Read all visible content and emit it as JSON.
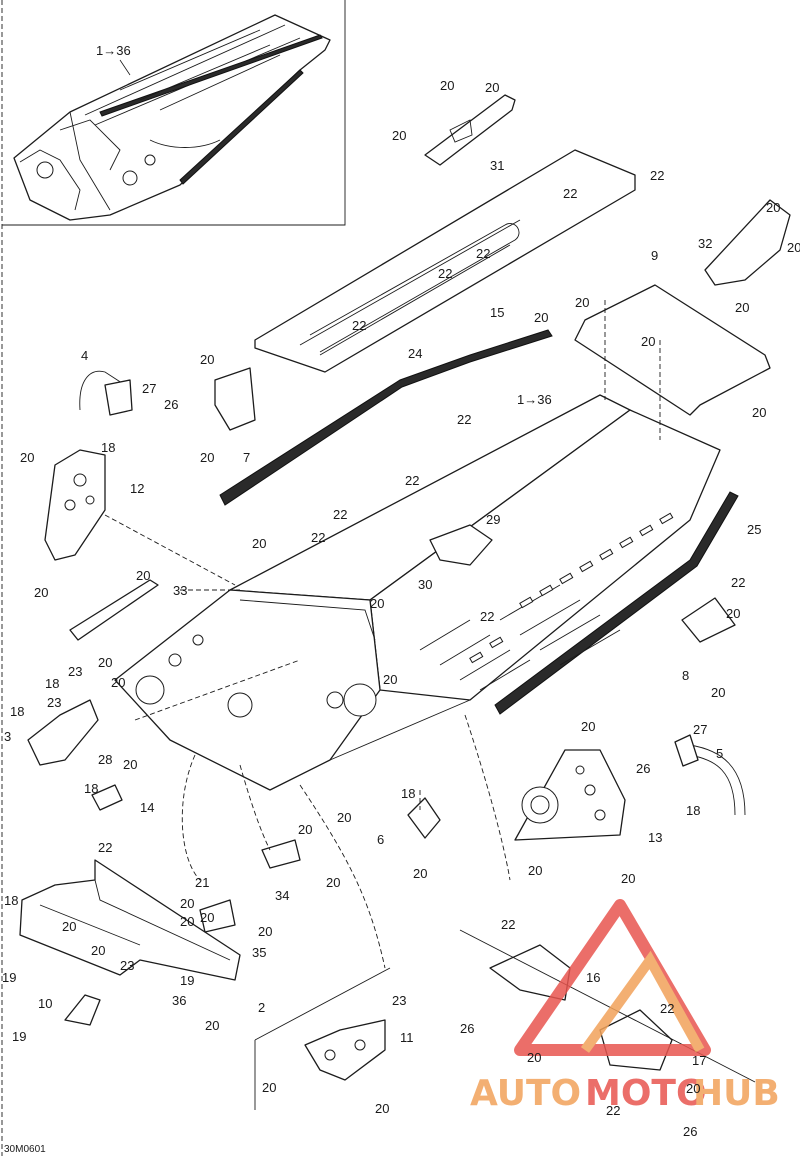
{
  "diagram_code": "30M0601",
  "inset": {
    "range_label": "1→36"
  },
  "watermark": {
    "brand_a": "AUTO",
    "brand_b": "MOTO",
    "brand_c": "HUB",
    "color_primary": "#e8554f",
    "color_secondary": "#f2a25a"
  },
  "callouts": [
    {
      "id": "c1",
      "text": "1→36"
    },
    {
      "id": "c2",
      "text": "20"
    },
    {
      "id": "c3",
      "text": "20"
    },
    {
      "id": "c4",
      "text": "20"
    },
    {
      "id": "c5",
      "text": "31"
    },
    {
      "id": "c6",
      "text": "22"
    },
    {
      "id": "c7",
      "text": "22"
    },
    {
      "id": "c8",
      "text": "22"
    },
    {
      "id": "c9",
      "text": "22"
    },
    {
      "id": "c10",
      "text": "22"
    },
    {
      "id": "c11",
      "text": "15"
    },
    {
      "id": "c12",
      "text": "9"
    },
    {
      "id": "c13",
      "text": "32"
    },
    {
      "id": "c14",
      "text": "20"
    },
    {
      "id": "c15",
      "text": "20"
    },
    {
      "id": "c16",
      "text": "20"
    },
    {
      "id": "c17",
      "text": "20"
    },
    {
      "id": "c18",
      "text": "20"
    },
    {
      "id": "c19",
      "text": "20"
    },
    {
      "id": "c20",
      "text": "20"
    },
    {
      "id": "c21",
      "text": "24"
    },
    {
      "id": "c22",
      "text": "1→36"
    },
    {
      "id": "c23",
      "text": "22"
    },
    {
      "id": "c24",
      "text": "4"
    },
    {
      "id": "c25",
      "text": "27"
    },
    {
      "id": "c26",
      "text": "26"
    },
    {
      "id": "c27",
      "text": "18"
    },
    {
      "id": "c28",
      "text": "20"
    },
    {
      "id": "c29",
      "text": "20"
    },
    {
      "id": "c30",
      "text": "7"
    },
    {
      "id": "c31",
      "text": "20"
    },
    {
      "id": "c32",
      "text": "12"
    },
    {
      "id": "c33",
      "text": "20"
    },
    {
      "id": "c34",
      "text": "22"
    },
    {
      "id": "c35",
      "text": "22"
    },
    {
      "id": "c36",
      "text": "29"
    },
    {
      "id": "c37",
      "text": "20"
    },
    {
      "id": "c38",
      "text": "22"
    },
    {
      "id": "c39",
      "text": "30"
    },
    {
      "id": "c40",
      "text": "22"
    },
    {
      "id": "c41",
      "text": "25"
    },
    {
      "id": "c42",
      "text": "22"
    },
    {
      "id": "c43",
      "text": "20"
    },
    {
      "id": "c44",
      "text": "33"
    },
    {
      "id": "c45",
      "text": "20"
    },
    {
      "id": "c46",
      "text": "20"
    },
    {
      "id": "c47",
      "text": "8"
    },
    {
      "id": "c48",
      "text": "20"
    },
    {
      "id": "c49",
      "text": "18"
    },
    {
      "id": "c50",
      "text": "23"
    },
    {
      "id": "c51",
      "text": "18"
    },
    {
      "id": "c52",
      "text": "23"
    },
    {
      "id": "c53",
      "text": "20"
    },
    {
      "id": "c54",
      "text": "20"
    },
    {
      "id": "c55",
      "text": "3"
    },
    {
      "id": "c56",
      "text": "28"
    },
    {
      "id": "c57",
      "text": "20"
    },
    {
      "id": "c58",
      "text": "18"
    },
    {
      "id": "c59",
      "text": "20"
    },
    {
      "id": "c60",
      "text": "14"
    },
    {
      "id": "c61",
      "text": "22"
    },
    {
      "id": "c62",
      "text": "20"
    },
    {
      "id": "c63",
      "text": "18"
    },
    {
      "id": "c64",
      "text": "20"
    },
    {
      "id": "c65",
      "text": "6"
    },
    {
      "id": "c66",
      "text": "20"
    },
    {
      "id": "c67",
      "text": "20"
    },
    {
      "id": "c68",
      "text": "27"
    },
    {
      "id": "c69",
      "text": "26"
    },
    {
      "id": "c70",
      "text": "5"
    },
    {
      "id": "c71",
      "text": "18"
    },
    {
      "id": "c72",
      "text": "13"
    },
    {
      "id": "c73",
      "text": "20"
    },
    {
      "id": "c74",
      "text": "20"
    },
    {
      "id": "c75",
      "text": "34"
    },
    {
      "id": "c76",
      "text": "20"
    },
    {
      "id": "c77",
      "text": "18"
    },
    {
      "id": "c78",
      "text": "21"
    },
    {
      "id": "c79",
      "text": "20"
    },
    {
      "id": "c80",
      "text": "20"
    },
    {
      "id": "c81",
      "text": "20"
    },
    {
      "id": "c82",
      "text": "35"
    },
    {
      "id": "c83",
      "text": "20"
    },
    {
      "id": "c84",
      "text": "23"
    },
    {
      "id": "c85",
      "text": "19"
    },
    {
      "id": "c86",
      "text": "19"
    },
    {
      "id": "c87",
      "text": "36"
    },
    {
      "id": "c88",
      "text": "2"
    },
    {
      "id": "c89",
      "text": "20"
    },
    {
      "id": "c90",
      "text": "10"
    },
    {
      "id": "c91",
      "text": "19"
    },
    {
      "id": "c92",
      "text": "22"
    },
    {
      "id": "c93",
      "text": "16"
    },
    {
      "id": "c94",
      "text": "26"
    },
    {
      "id": "c95",
      "text": "20"
    },
    {
      "id": "c96",
      "text": "22"
    },
    {
      "id": "c97",
      "text": "17"
    },
    {
      "id": "c98",
      "text": "20"
    },
    {
      "id": "c99",
      "text": "22"
    },
    {
      "id": "c100",
      "text": "26"
    },
    {
      "id": "c101",
      "text": "23"
    },
    {
      "id": "c102",
      "text": "11"
    },
    {
      "id": "c103",
      "text": "20"
    },
    {
      "id": "c104",
      "text": "20"
    },
    {
      "id": "c105",
      "text": "20"
    },
    {
      "id": "c106",
      "text": "20"
    }
  ]
}
